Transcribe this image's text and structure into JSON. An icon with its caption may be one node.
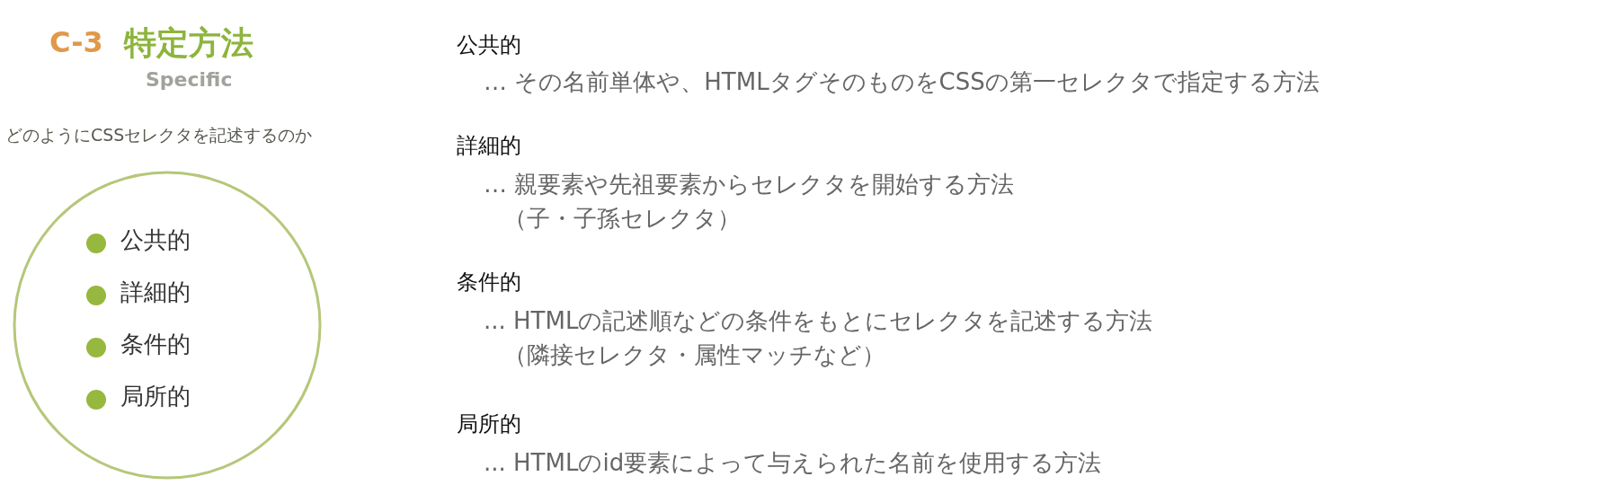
{
  "diagram": {
    "title": "特定方法",
    "nodes": [
      {
        "text": [
          "公共的",
          "詳細的",
          "条件的",
          "局所的"
        ]
      }
    ],
    "labels": [
      "C-3",
      "Specific",
      "どのようにCSSセレクタを記述するのか",
      "公共的",
      "… その名前単体や、HTMLタグそのものをCSSの第一セレクタで指定する方法",
      "詳細的",
      "… 親要素や先祖要素からセレクタを開始する方法",
      "（子・子孫セレクタ）",
      "条件的",
      "... HTMLの記述順などの条件をもとにセレクタを記述する方法",
      "（隣接セレクタ・属性マッチなど）",
      "局所的",
      "... HTMLのid要素によって与えられた名前を使用する方法"
    ]
  }
}
